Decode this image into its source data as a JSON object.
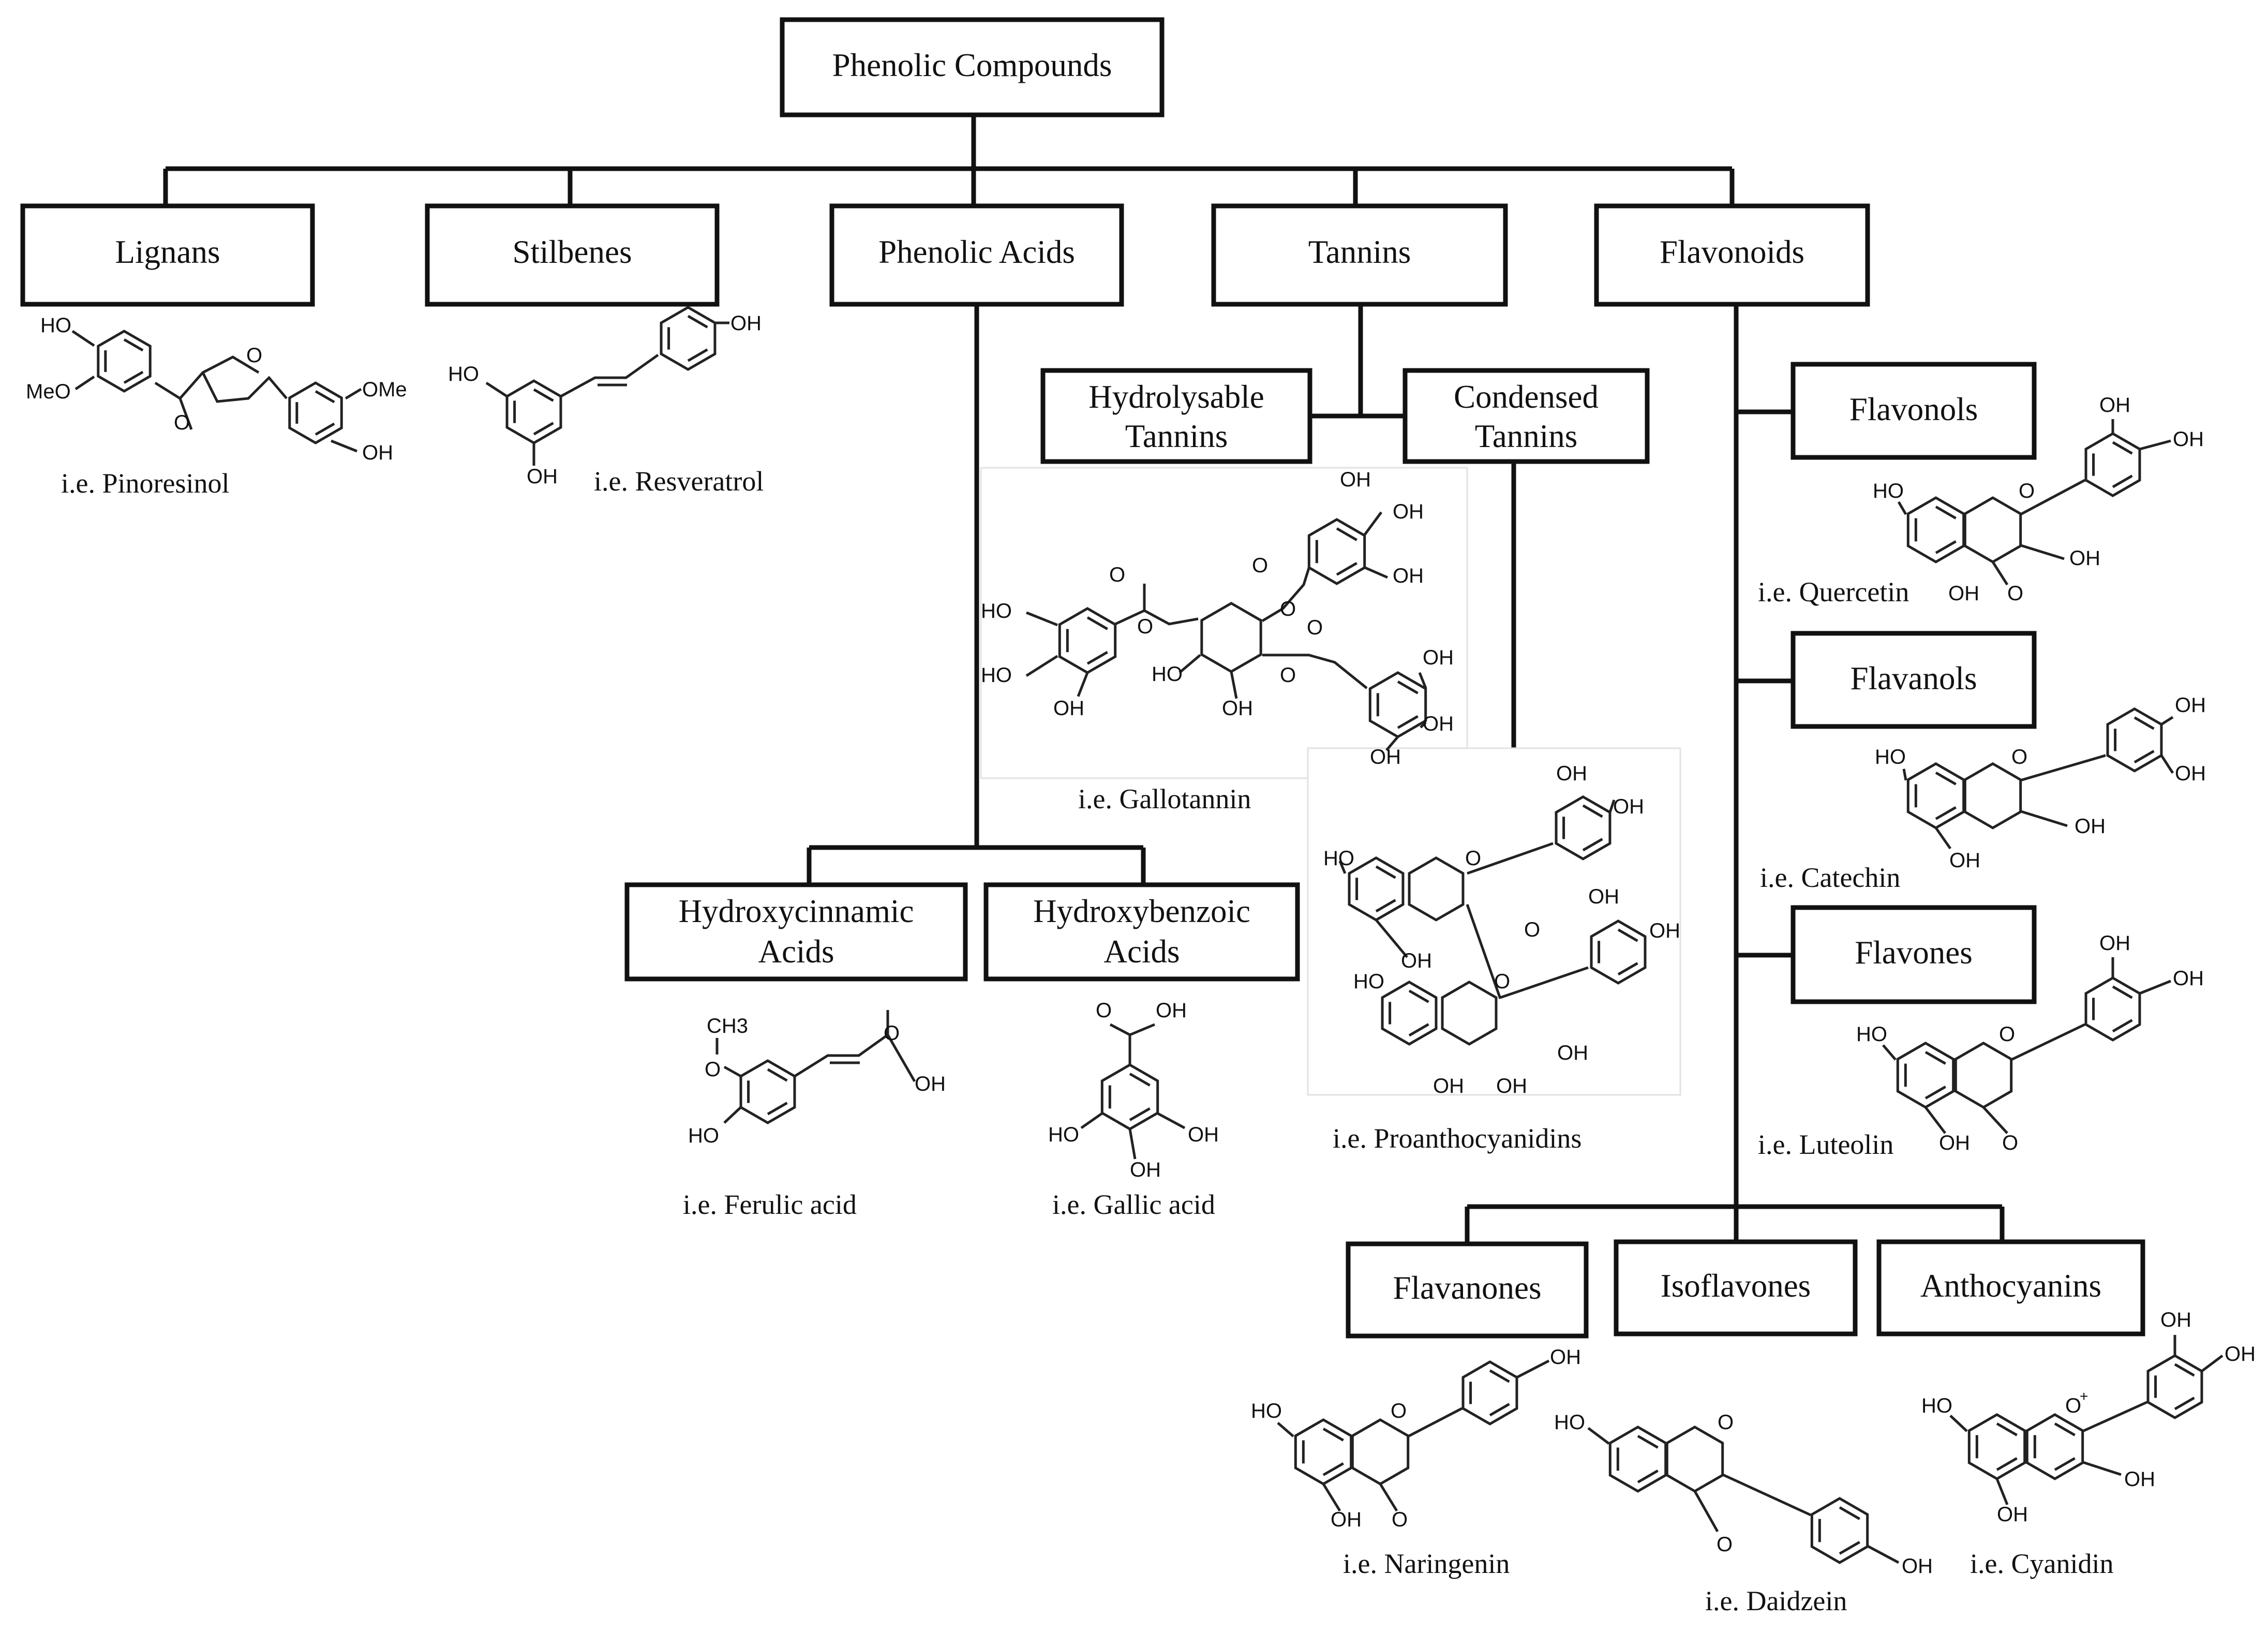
{
  "colors": {
    "line": "#111111",
    "text": "#111111",
    "background": "#ffffff"
  },
  "root": {
    "label": "Phenolic Compounds"
  },
  "classes": {
    "lignans": {
      "label": "Lignans",
      "example": "i.e. Pinoresinol",
      "atoms": [
        "HO",
        "MeO",
        "O",
        "O",
        "OMe",
        "OH"
      ]
    },
    "stilbenes": {
      "label": "Stilbenes",
      "example": "i.e. Resveratrol",
      "atoms": [
        "HO",
        "OH",
        "OH"
      ]
    },
    "phenolic_acids": {
      "label": "Phenolic Acids",
      "hydroxycinnamic": {
        "label_line1": "Hydroxycinnamic",
        "label_line2": "Acids",
        "example": "i.e. Ferulic acid",
        "atoms": [
          "CH3",
          "O",
          "O",
          "OH",
          "HO"
        ]
      },
      "hydroxybenzoic": {
        "label_line1": "Hydroxybenzoic",
        "label_line2": "Acids",
        "example": "i.e. Gallic acid",
        "atoms": [
          "O",
          "OH",
          "HO",
          "OH",
          "OH"
        ]
      }
    },
    "tannins": {
      "label": "Tannins",
      "hydrolysable": {
        "label_line1": "Hydrolysable",
        "label_line2": "Tannins",
        "example": "i.e. Gallotannin",
        "atoms": [
          "OH",
          "OH",
          "OH",
          "O",
          "O",
          "O",
          "O",
          "HO",
          "HO",
          "OH",
          "HO",
          "OH",
          "O",
          "O",
          "OH",
          "OH",
          "OH"
        ]
      },
      "condensed": {
        "label_line1": "Condensed",
        "label_line2": "Tannins",
        "example": "i.e. Proanthocyanidins",
        "atoms": [
          "OH",
          "OH",
          "HO",
          "O",
          "O",
          "OH",
          "OH",
          "OH",
          "HO",
          "O",
          "OH",
          "OH",
          "OH"
        ]
      }
    },
    "flavonoids": {
      "label": "Flavonoids",
      "flavonols": {
        "label": "Flavonols",
        "example": "i.e. Quercetin",
        "atoms": [
          "OH",
          "OH",
          "HO",
          "O",
          "OH",
          "OH",
          "O"
        ]
      },
      "flavanols": {
        "label": "Flavanols",
        "example": "i.e. Catechin",
        "atoms": [
          "OH",
          "OH",
          "HO",
          "O",
          "OH",
          "OH"
        ]
      },
      "flavones": {
        "label": "Flavones",
        "example": "i.e. Luteolin",
        "atoms": [
          "OH",
          "OH",
          "HO",
          "O",
          "OH",
          "O"
        ]
      },
      "flavanones": {
        "label": "Flavanones",
        "example": "i.e. Naringenin",
        "atoms": [
          "OH",
          "HO",
          "O",
          "OH",
          "O"
        ]
      },
      "isoflavones": {
        "label": "Isoflavones",
        "example": "i.e. Daidzein",
        "atoms": [
          "HO",
          "O",
          "O",
          "OH"
        ]
      },
      "anthocyanins": {
        "label": "Anthocyanins",
        "example": "i.e. Cyanidin",
        "atoms": [
          "OH",
          "OH",
          "HO",
          "O",
          "+",
          "OH",
          "OH"
        ]
      }
    }
  }
}
